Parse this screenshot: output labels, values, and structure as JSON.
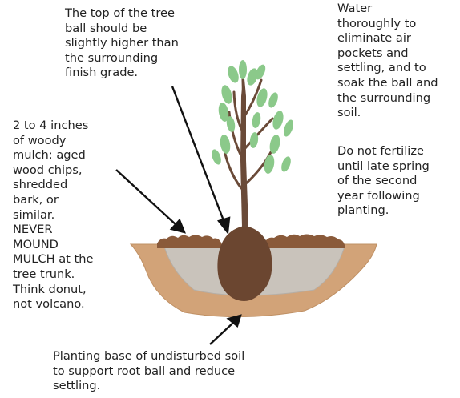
{
  "annotations": {
    "top_ball": [
      "The top of the tree",
      "ball should be",
      "slightly higher than",
      "the surrounding",
      "finish grade."
    ],
    "water": [
      "Water",
      "thoroughly to",
      "eliminate air",
      "pockets and",
      "settling, and to",
      "soak the ball and",
      "the surrounding",
      "soil."
    ],
    "fertilize": [
      "Do not fertilize",
      "until late spring",
      "of the second",
      "year following",
      "planting."
    ],
    "mulch": [
      "2 to 4 inches",
      "of woody",
      "mulch: aged",
      "wood chips,",
      "shredded",
      "bark, or",
      "similar.",
      "NEVER",
      "MOUND",
      "MULCH at the",
      "tree trunk.",
      "Think donut,",
      "not volcano."
    ],
    "base": [
      "Planting base of undisturbed soil",
      "to support root ball and reduce",
      "settling."
    ]
  },
  "colors": {
    "soil": "#d2a378",
    "soil_edge": "#b98a60",
    "backfill": "#c9c3bb",
    "root_ball": "#6b4630",
    "mulch": "#8a5a3a",
    "trunk": "#6a4a38",
    "leaf": "#8bc98a",
    "arrow": "#111111",
    "text": "#222222"
  }
}
